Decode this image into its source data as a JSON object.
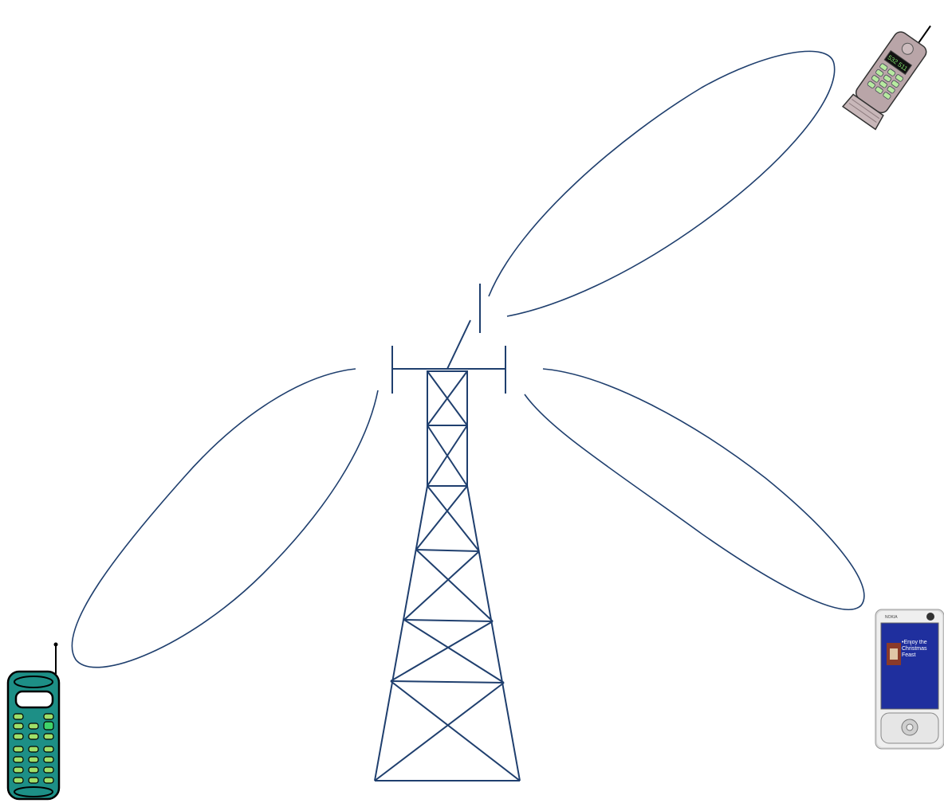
{
  "diagram": {
    "colors": {
      "line": "#1f3f6e",
      "background": "#ffffff"
    },
    "nodes": [
      {
        "id": "cell-tower",
        "kind": "lattice-tower-icon"
      },
      {
        "id": "antenna-left",
        "kind": "sector-antenna-icon"
      },
      {
        "id": "antenna-right",
        "kind": "sector-antenna-icon"
      },
      {
        "id": "antenna-top",
        "kind": "sector-antenna-icon"
      },
      {
        "id": "phone-bottom-left",
        "kind": "mobile-phone-icon",
        "color": "#1d8f86"
      },
      {
        "id": "phone-top-right",
        "kind": "flip-phone-icon",
        "color": "#b9a5a8"
      },
      {
        "id": "phone-bottom-right",
        "kind": "smartphone-icon",
        "color": "#c7c7c7"
      }
    ],
    "beams": [
      {
        "from": "antenna-left",
        "to": "phone-bottom-left",
        "kind": "radiation-lobe"
      },
      {
        "from": "antenna-top",
        "to": "phone-top-right",
        "kind": "radiation-lobe"
      },
      {
        "from": "antenna-right",
        "to": "phone-bottom-right",
        "kind": "radiation-lobe"
      }
    ],
    "phone_top_right_display": "532 511",
    "phone_bottom_right": {
      "brand": "NOKIA",
      "screen_text": "•Enjoy the Christmas Feast"
    }
  }
}
